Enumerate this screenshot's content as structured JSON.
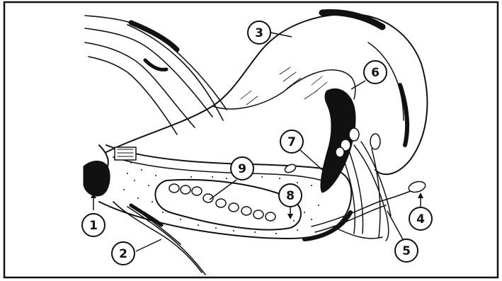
{
  "figure": {
    "border_color": "#111111",
    "ink_color": "#111111",
    "background": "#ffffff"
  },
  "callouts": [
    {
      "id": "1",
      "label": "1"
    },
    {
      "id": "2",
      "label": "2"
    },
    {
      "id": "3",
      "label": "3"
    },
    {
      "id": "4",
      "label": "4"
    },
    {
      "id": "5",
      "label": "5"
    },
    {
      "id": "6",
      "label": "6"
    },
    {
      "id": "7",
      "label": "7"
    },
    {
      "id": "8",
      "label": "8"
    },
    {
      "id": "9",
      "label": "9"
    }
  ]
}
